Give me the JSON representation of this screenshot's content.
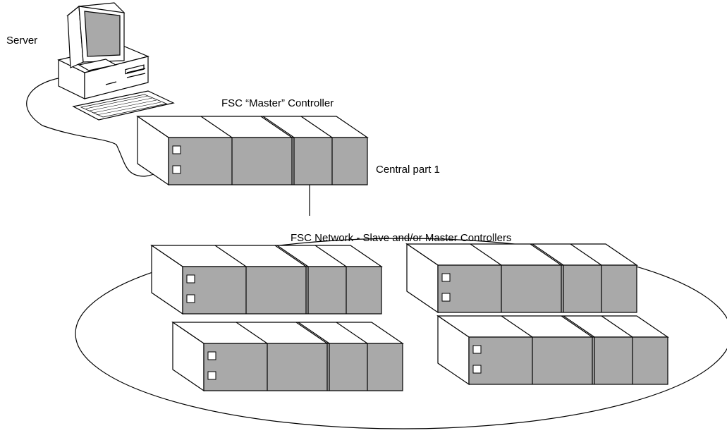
{
  "labels": {
    "server": "Server",
    "master_controller": "FSC “Master” Controller",
    "central_part": "Central part 1",
    "network": "FSC Network - Slave and/or Master Controllers"
  },
  "icons": {
    "server": "desktop-computer-icon",
    "controller": "controller-rack-icon"
  }
}
